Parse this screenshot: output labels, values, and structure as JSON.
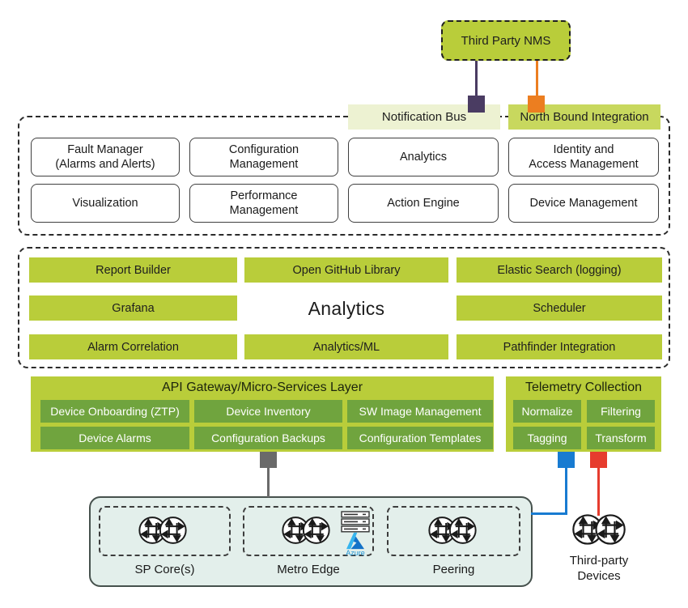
{
  "colors": {
    "main_green": "#b9cd3a",
    "pale_green": "#edf2d2",
    "nbi_green": "#c8d85e",
    "inner_green": "#70a43e",
    "mint": "#e3efeb",
    "purple": "#4a3c62",
    "orange": "#ec7e20",
    "gray": "#6a6a6a",
    "blue": "#187bd1",
    "red": "#e63c2e",
    "azure_blue": "#2aa3e8"
  },
  "nms": {
    "label": "Third Party NMS"
  },
  "buses": {
    "notification_bus": "Notification Bus",
    "north_bound_integration": "North Bound Integration"
  },
  "oss_apps": {
    "row1": [
      "Fault Manager\n(Alarms and Alerts)",
      "Configuration\nManagement",
      "Analytics",
      "Identity and\nAccess Management"
    ],
    "row2": [
      "Visualization",
      "Performance\nManagement",
      "Action Engine",
      "Device Management"
    ]
  },
  "analytics_layer": {
    "title": "Analytics",
    "row1": [
      "Report Builder",
      "Open GitHub Library",
      "Elastic Search (logging)"
    ],
    "row2_left": "Grafana",
    "row2_right": "Scheduler",
    "row3": [
      "Alarm Correlation",
      "Analytics/ML",
      "Pathfinder Integration"
    ]
  },
  "api_gateway": {
    "title": "API Gateway/Micro-Services Layer",
    "row1": [
      "Device Onboarding (ZTP)",
      "Device Inventory",
      "SW Image Management"
    ],
    "row2": [
      "Device Alarms",
      "Configuration Backups",
      "Configuration Templates"
    ]
  },
  "telemetry": {
    "title": "Telemetry Collection",
    "row1": [
      "Normalize",
      "Filtering"
    ],
    "row2": [
      "Tagging",
      "Transform"
    ]
  },
  "network": {
    "groups": [
      "SP Core(s)",
      "Metro Edge",
      "Peering"
    ],
    "third_party_label": "Third-party\nDevices",
    "azure_label": "Azure"
  }
}
